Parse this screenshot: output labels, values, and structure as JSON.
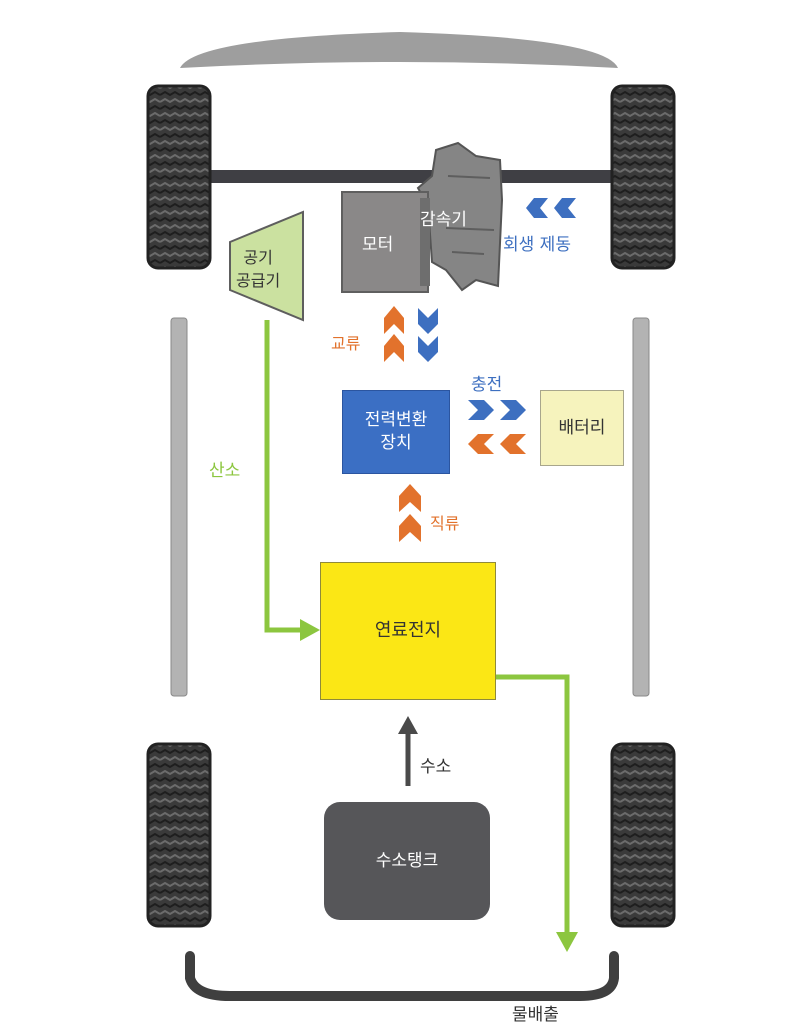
{
  "diagram": {
    "components": {
      "motor": "모터",
      "reducer": "감속기",
      "air_supply": [
        "공기",
        "공급기"
      ],
      "power_converter": [
        "전력변환",
        "장치"
      ],
      "battery": "배터리",
      "fuel_cell": "연료전지",
      "hydrogen_tank": "수소탱크"
    },
    "flows": {
      "regen_braking": "회생 제동",
      "ac": "교류",
      "charging": "충전",
      "oxygen": "산소",
      "dc": "직류",
      "hydrogen": "수소",
      "water_discharge": "물배출"
    },
    "colors": {
      "electric_orange": "#e2722c",
      "regen_blue": "#3d6fc0",
      "gas_green": "#8cc63f",
      "fuel_cell_yellow": "#fbe715",
      "converter_blue": "#3b6fc4",
      "battery_cream": "#f6f3bd",
      "tank_gray": "#565659",
      "motor_gray": "#8a8888"
    }
  }
}
